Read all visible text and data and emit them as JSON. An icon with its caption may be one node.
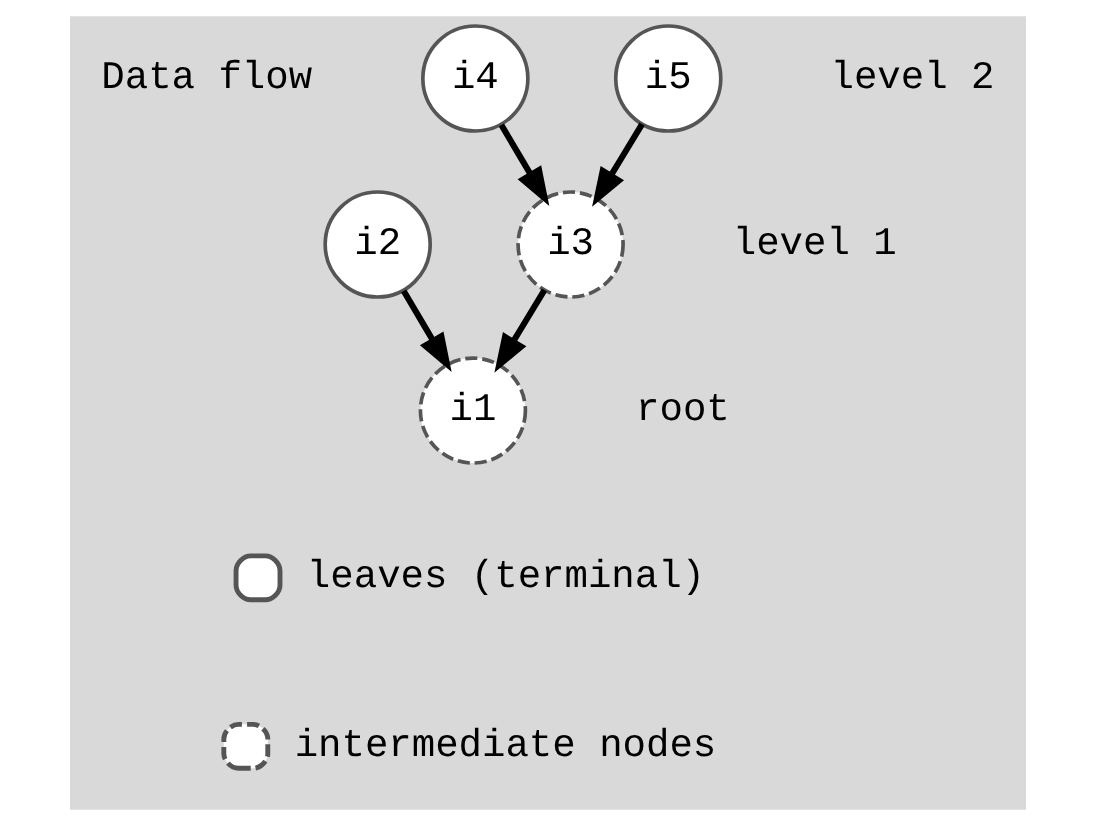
{
  "diagram": {
    "nodes": [
      {
        "text": [
          "i4"
        ]
      },
      {
        "text": [
          "i5"
        ]
      },
      {
        "text": [
          "i2"
        ]
      },
      {
        "text": [
          "i3"
        ]
      },
      {
        "text": [
          "i1"
        ]
      }
    ],
    "edges": [
      {
        "from": 0,
        "to": 3,
        "arrow": "to"
      },
      {
        "from": 1,
        "to": 3,
        "arrow": "to"
      },
      {
        "from": 2,
        "to": 4,
        "arrow": "to"
      },
      {
        "from": 3,
        "to": 4,
        "arrow": "to"
      }
    ],
    "labels": [
      "Data flow",
      "level 2",
      "level 1",
      "root"
    ],
    "legend": [
      {
        "text": "leaves (terminal)"
      },
      {
        "text": "intermediate nodes"
      }
    ]
  }
}
